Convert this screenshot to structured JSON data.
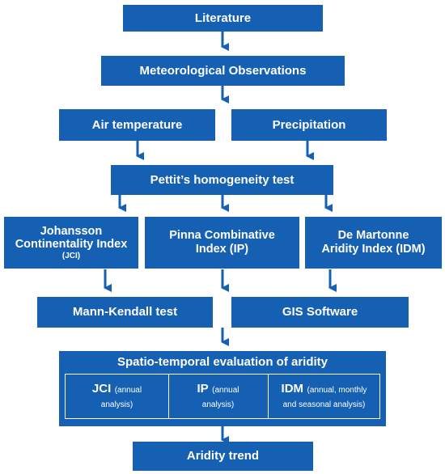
{
  "nodes": {
    "literature": "Literature",
    "met_obs": "Meteorological Observations",
    "air_temp": "Air temperature",
    "precip": "Precipitation",
    "pettit": "Pettit’s homogeneity test",
    "jci": {
      "line1": "Johansson",
      "line2": "Continentality Index",
      "line3": "(JCI)"
    },
    "ip": {
      "line1": "Pinna Combinative",
      "line2": "Index (IP)"
    },
    "idm": {
      "line1": "De Martonne",
      "line2": "Aridity Index (IDM)"
    },
    "mann_kendall": "Mann-Kendall test",
    "gis": "GIS Software",
    "spatio": {
      "title": "Spatio-temporal evaluation of aridity",
      "jci": {
        "abbr": "JCI",
        "desc1": "(annual",
        "desc2": "analysis)"
      },
      "ip": {
        "abbr": "IP",
        "desc1": "(annual",
        "desc2": "analysis)"
      },
      "idm": {
        "abbr": "IDM",
        "desc1": "(annual, monthly",
        "desc2": "and seasonal analysis)"
      }
    },
    "trend": "Aridity trend"
  },
  "colors": {
    "box": "#1660b4",
    "text": "#ffffff",
    "arrow": "#1660b4"
  }
}
